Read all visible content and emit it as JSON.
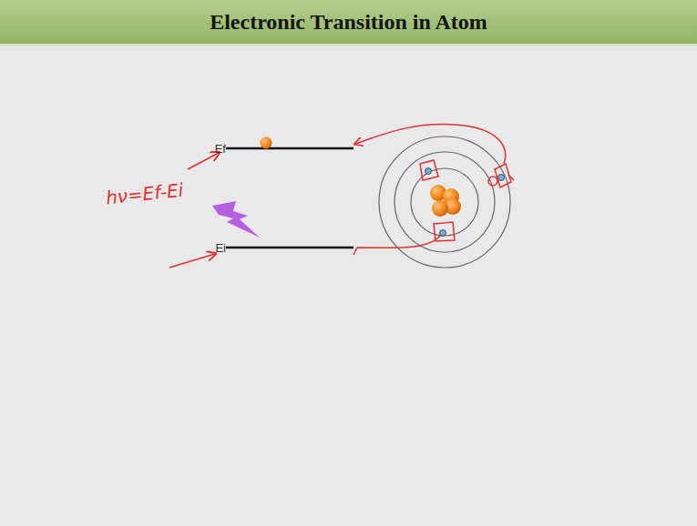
{
  "diagram": {
    "title": "Electronic Transition in Atom",
    "labels": [
      "Ef",
      "Ei",
      "hν=Ef-Ei"
    ]
  }
}
